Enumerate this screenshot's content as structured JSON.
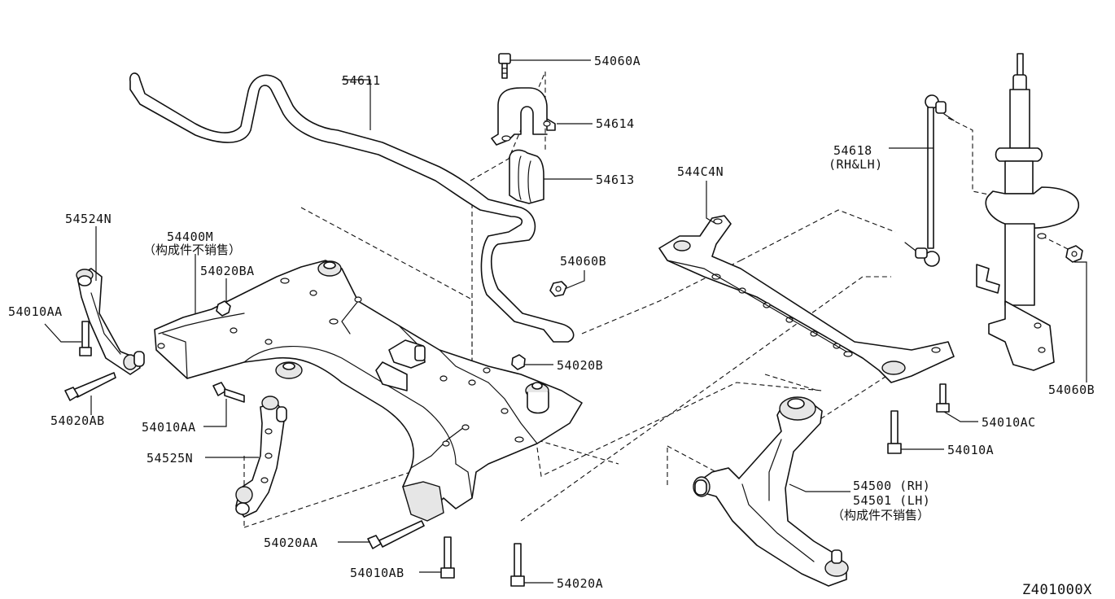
{
  "labels": {
    "p54611": "54611",
    "p54060A": "54060A",
    "p54614": "54614",
    "p54613": "54613",
    "p54060B_top": "54060B",
    "p54524N": "54524N",
    "p54400M": "54400M",
    "p54400M_note": "（构成件不销售）",
    "p54020BA": "54020BA",
    "p54010AA_left": "54010AA",
    "p54020AB": "54020AB",
    "p54010AA_mid": "54010AA",
    "p54525N": "54525N",
    "p54020B": "54020B",
    "p544C4N": "544C4N",
    "p54618": "54618",
    "p54618_sub": "(RH&LH)",
    "p54060B_right": "54060B",
    "p54010AC": "54010AC",
    "p54010A": "54010A",
    "p54500": "54500 (RH)",
    "p54501": "54501 (LH)",
    "p54500_note": "（构成件不销售）",
    "p54020AA": "54020AA",
    "p54010AB": "54010AB",
    "p54020A": "54020A",
    "diagram_id": "Z401000X"
  }
}
